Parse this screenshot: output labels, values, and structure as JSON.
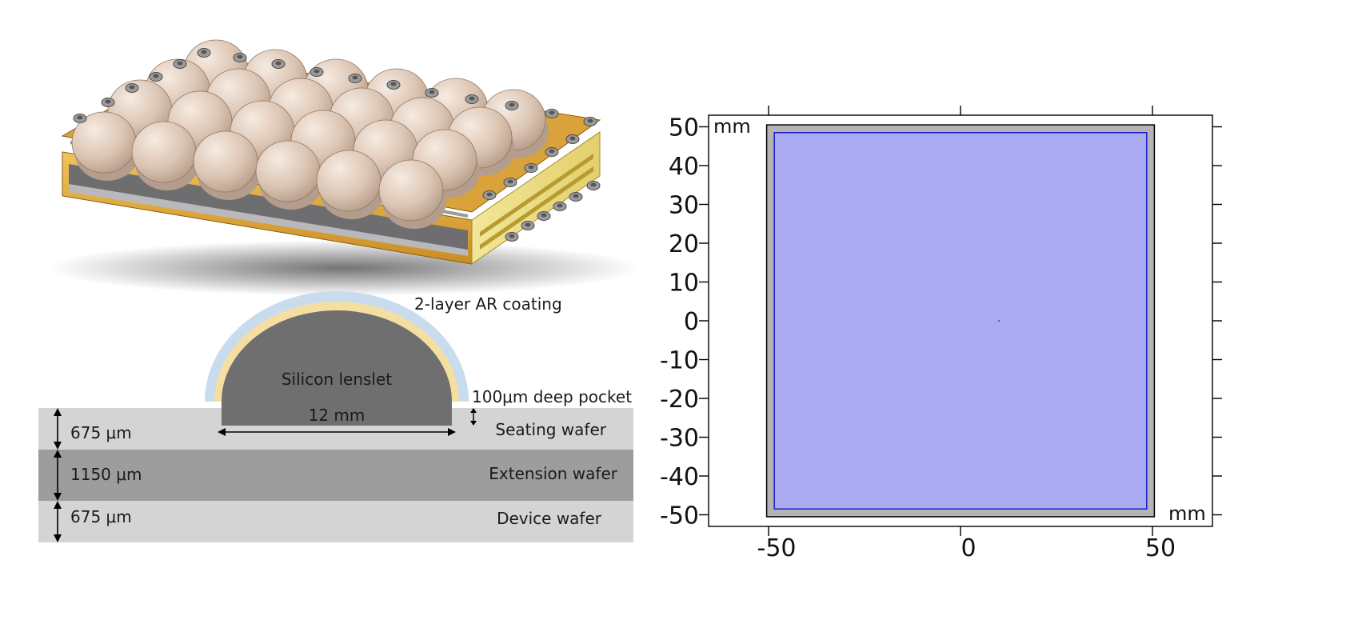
{
  "cross_section": {
    "coating_label": "2-layer AR coating",
    "lenslet_label": "Silicon lenslet",
    "diameter_label": "12 mm",
    "pocket_label": "100μm deep pocket",
    "layers": [
      {
        "thickness": "675 μm",
        "name": "Seating wafer"
      },
      {
        "thickness": "1150 μm",
        "name": "Extension wafer"
      },
      {
        "thickness": "675 μm",
        "name": "Device wafer"
      }
    ],
    "colors": {
      "light_wafer": "#d4d4d4",
      "dark_wafer": "#9d9d9d",
      "lenslet": "#6f6f6f",
      "coating_inner": "#f5dfa0",
      "coating_outer": "#c9dced"
    }
  },
  "plot": {
    "unit_top_left": "mm",
    "unit_bottom_right": "mm",
    "x_ticks": [
      "-50",
      "0",
      "50"
    ],
    "y_ticks": [
      "50",
      "40",
      "30",
      "20",
      "10",
      "0",
      "-10",
      "-20",
      "-30",
      "-40",
      "-50"
    ],
    "x_tick_values": [
      -50,
      0,
      50
    ],
    "y_tick_values": [
      50,
      40,
      30,
      20,
      10,
      0,
      -10,
      -20,
      -30,
      -40,
      -50
    ],
    "outer_square": [
      -50,
      50
    ],
    "inner_square": [
      -48,
      48
    ],
    "colors": {
      "outer_fill": "#b4b4b4",
      "inner_fill": "#aaaaf0",
      "inner_stroke": "#1a1ad6"
    }
  }
}
